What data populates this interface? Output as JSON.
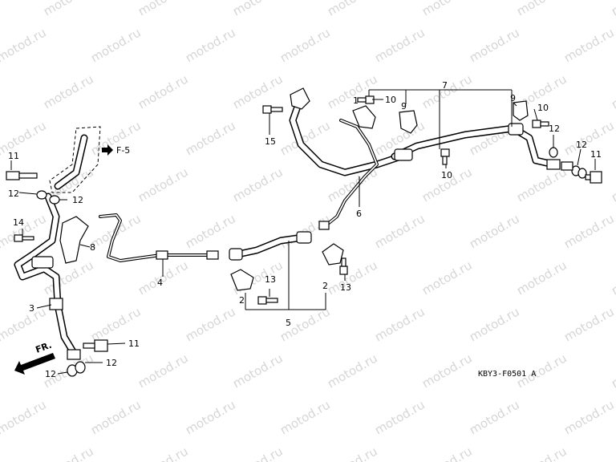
{
  "watermark": "motod.ru",
  "diagram_code": "KBY3-F0501 A",
  "ref_f5": "F-5",
  "front_mark": "FR.",
  "parts": {
    "p1": "1",
    "p2a": "2",
    "p2b": "2",
    "p3": "3",
    "p4": "4",
    "p5": "5",
    "p6": "6",
    "p7": "7",
    "p8": "8",
    "p9a": "9",
    "p9b": "9",
    "p10a": "10",
    "p10b": "10",
    "p10c": "10",
    "p11a": "11",
    "p11b": "11",
    "p11c": "11",
    "p12a": "12",
    "p12b": "12",
    "p12c": "12",
    "p12d": "12",
    "p12e": "12",
    "p12f": "12",
    "p13a": "13",
    "p13b": "13",
    "p14": "14",
    "p15": "15"
  }
}
